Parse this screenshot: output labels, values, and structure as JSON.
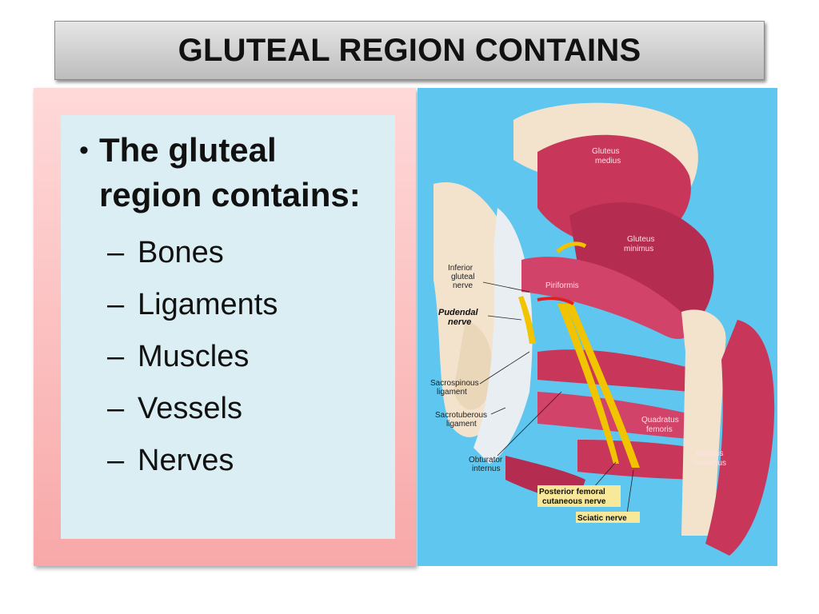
{
  "title": "GLUTEAL REGION CONTAINS",
  "content": {
    "bullet": "•",
    "main_text": "The gluteal region contains:",
    "dash": "–",
    "sub_items": [
      "Bones",
      "Ligaments",
      "Muscles",
      "Vessels",
      "Nerves"
    ]
  },
  "figure": {
    "labels": {
      "gluteus_medius": [
        "Gluteus",
        "medius"
      ],
      "gluteus_minimus": [
        "Gluteus",
        "minimus"
      ],
      "inferior_gluteal_nerve": [
        "Inferior",
        "gluteal",
        "nerve"
      ],
      "piriformis": "Piriformis",
      "pudendal_nerve": [
        "Pudendal",
        "nerve"
      ],
      "sacrospinous_ligament": [
        "Sacrospinous",
        "ligament"
      ],
      "sacrotuberous_ligament": [
        "Sacrotuberous",
        "ligament"
      ],
      "quadratus_femoris": [
        "Quadratus",
        "femoris"
      ],
      "gluteus_maximus": [
        "Gluteus",
        "maximus"
      ],
      "obturator_internus": [
        "Obturator",
        "internus"
      ],
      "posterior_femoral_cutaneous_nerve": [
        "Posterior femoral",
        "cutaneous nerve"
      ],
      "sciatic_nerve": "Sciatic nerve"
    },
    "colors": {
      "background": "#5ec6ef",
      "muscle": "#c8365a",
      "nerve": "#f2c400",
      "bone": "#f4e3cc",
      "ligament": "#e8eef2"
    }
  }
}
